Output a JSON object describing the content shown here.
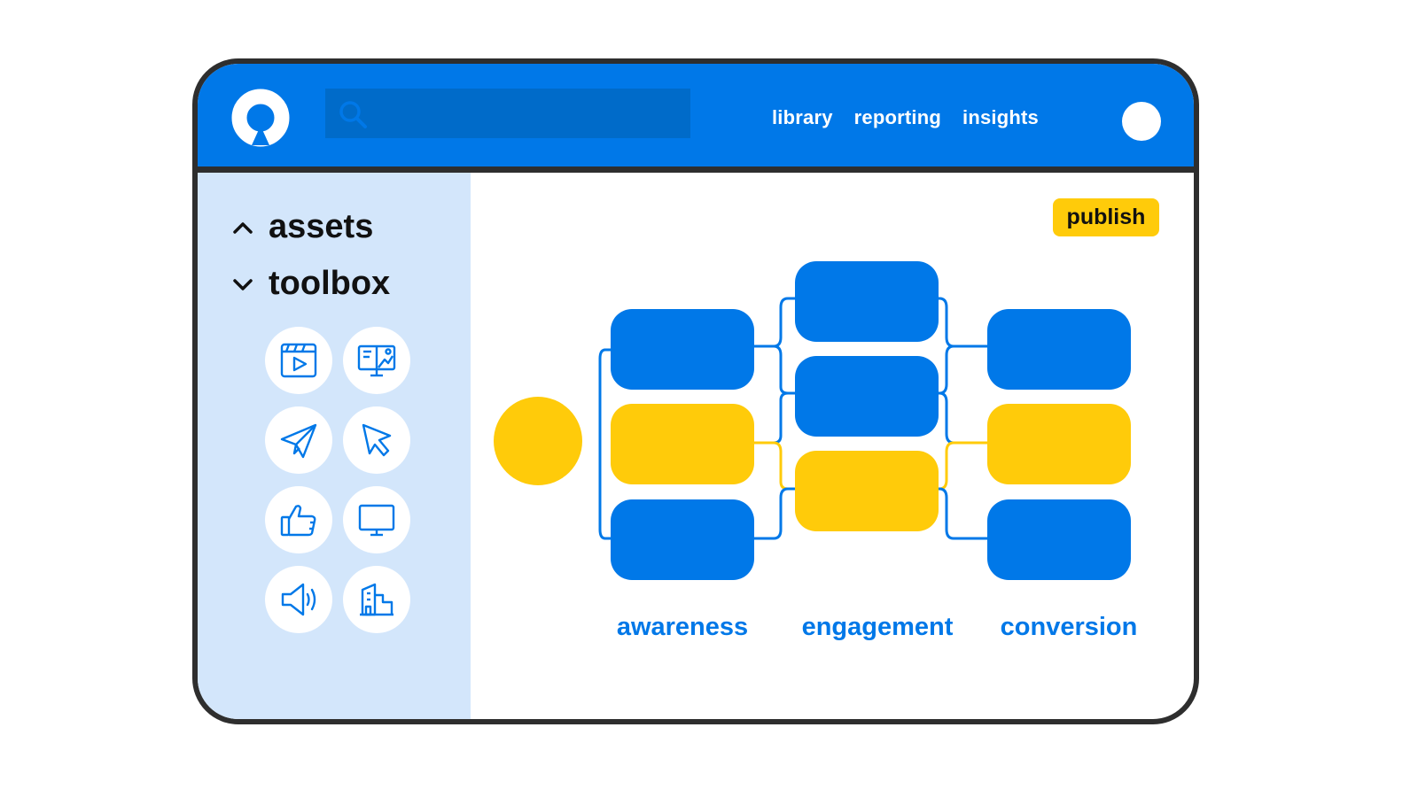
{
  "header": {
    "search": {
      "placeholder": "",
      "value": ""
    },
    "nav": [
      "library",
      "reporting",
      "insights"
    ]
  },
  "sidebar": {
    "sections": [
      {
        "label": "assets",
        "state": "collapsed",
        "chevron": "chevron-up-icon"
      },
      {
        "label": "toolbox",
        "state": "expanded",
        "chevron": "chevron-down-icon"
      }
    ],
    "tools": [
      "video-player-icon",
      "display-ad-icon",
      "paper-plane-icon",
      "cursor-click-icon",
      "thumbs-up-icon",
      "presentation-screen-icon",
      "megaphone-icon",
      "buildings-icon"
    ]
  },
  "main": {
    "publish_label": "publish",
    "stages": [
      "awareness",
      "engagement",
      "conversion"
    ]
  },
  "colors": {
    "primary_blue": "#0078e8",
    "search_blue": "#006bc9",
    "yellow": "#ffcb0a",
    "sidebar_bg": "#d3e6fb",
    "frame": "#2e2e2e"
  }
}
